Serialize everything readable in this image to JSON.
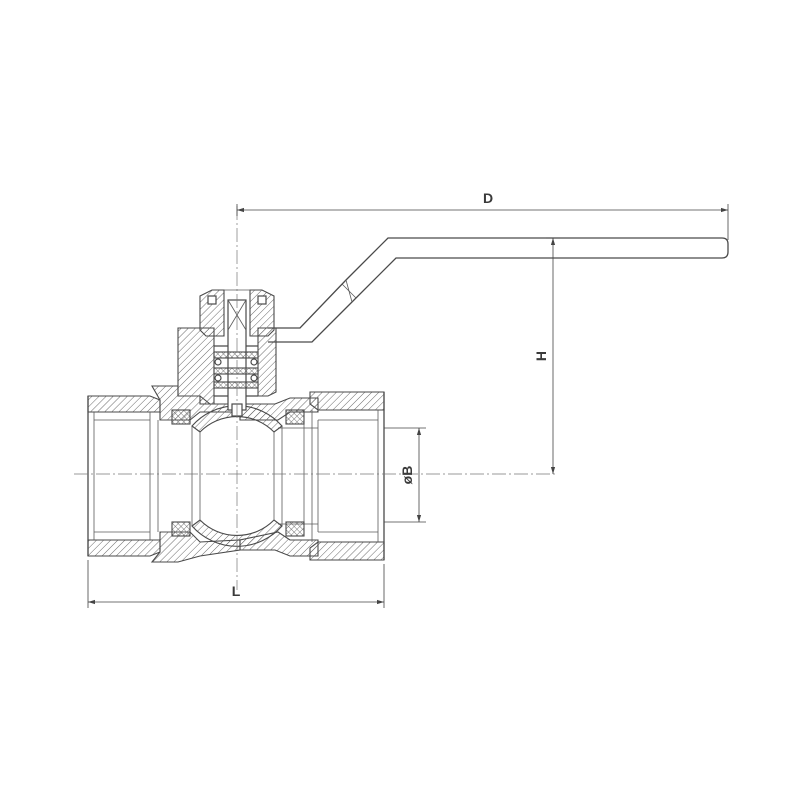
{
  "dimensions": {
    "D": "D",
    "H": "H",
    "B": "øB",
    "L": "L"
  },
  "colors": {
    "line": "#4a4a4a",
    "background": "#ffffff"
  }
}
